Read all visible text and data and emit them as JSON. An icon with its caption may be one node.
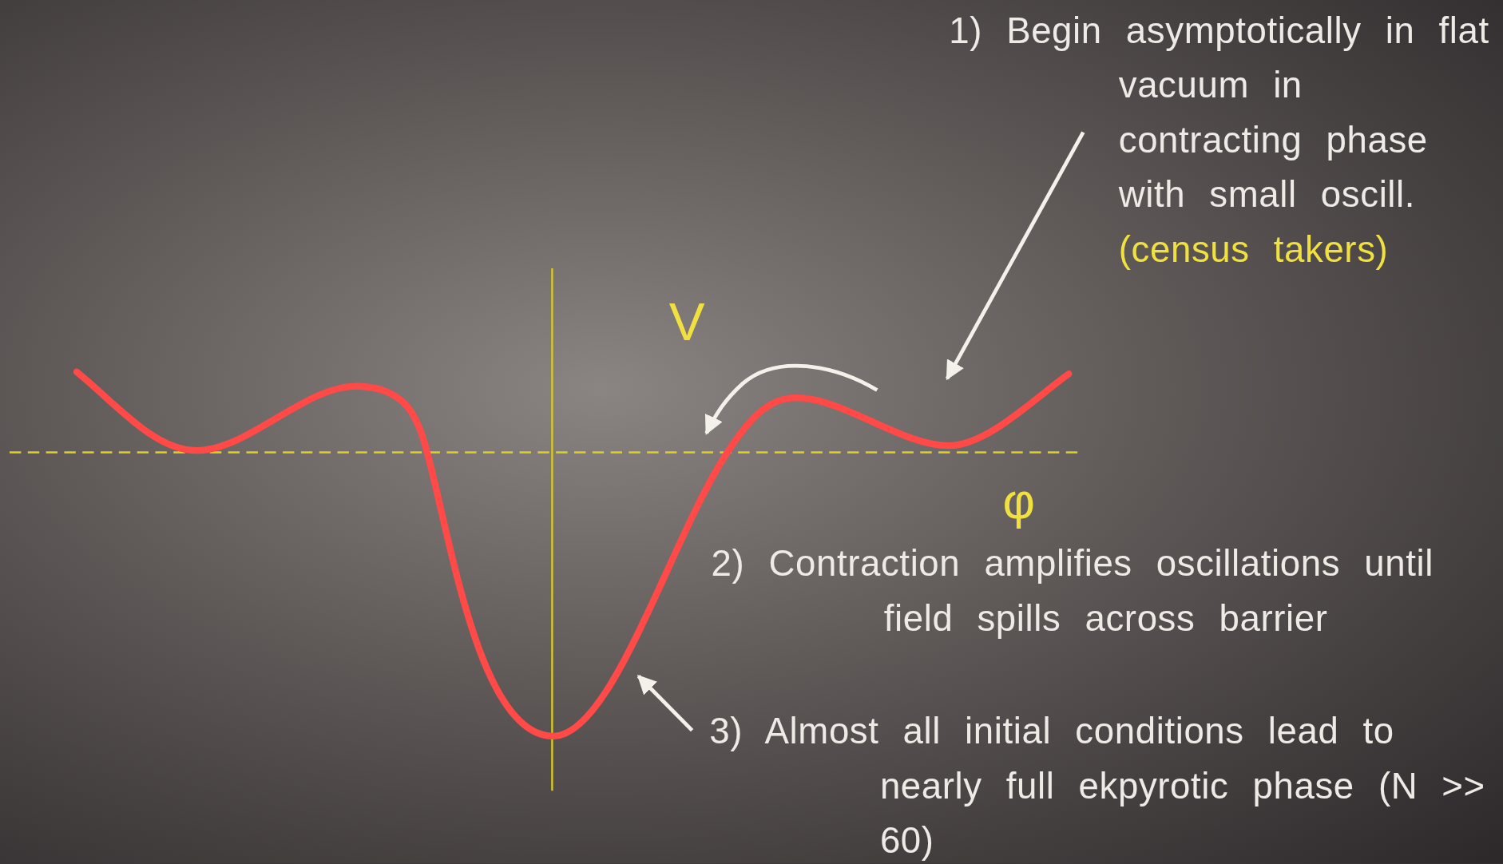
{
  "diagram": {
    "nodes": [
      {
        "text": [
          "1) Begin asymptotically in flat vacuum in contracting phase with small oscill.",
          "(census takers)"
        ]
      },
      {
        "text": [
          "3) Almost all initial conditions lead to nearly full ekpyrotic phase (N >> 60)"
        ]
      },
      {
        "text": [],
        "shape": "curve"
      }
    ],
    "edges": [
      {
        "from": 0,
        "to": 2,
        "arrow": "to"
      },
      {
        "from": 1,
        "to": 2,
        "arrow": "to"
      }
    ],
    "labels": [
      "V",
      "φ",
      "2) Contraction amplifies oscillations until field spills across barrier"
    ]
  }
}
